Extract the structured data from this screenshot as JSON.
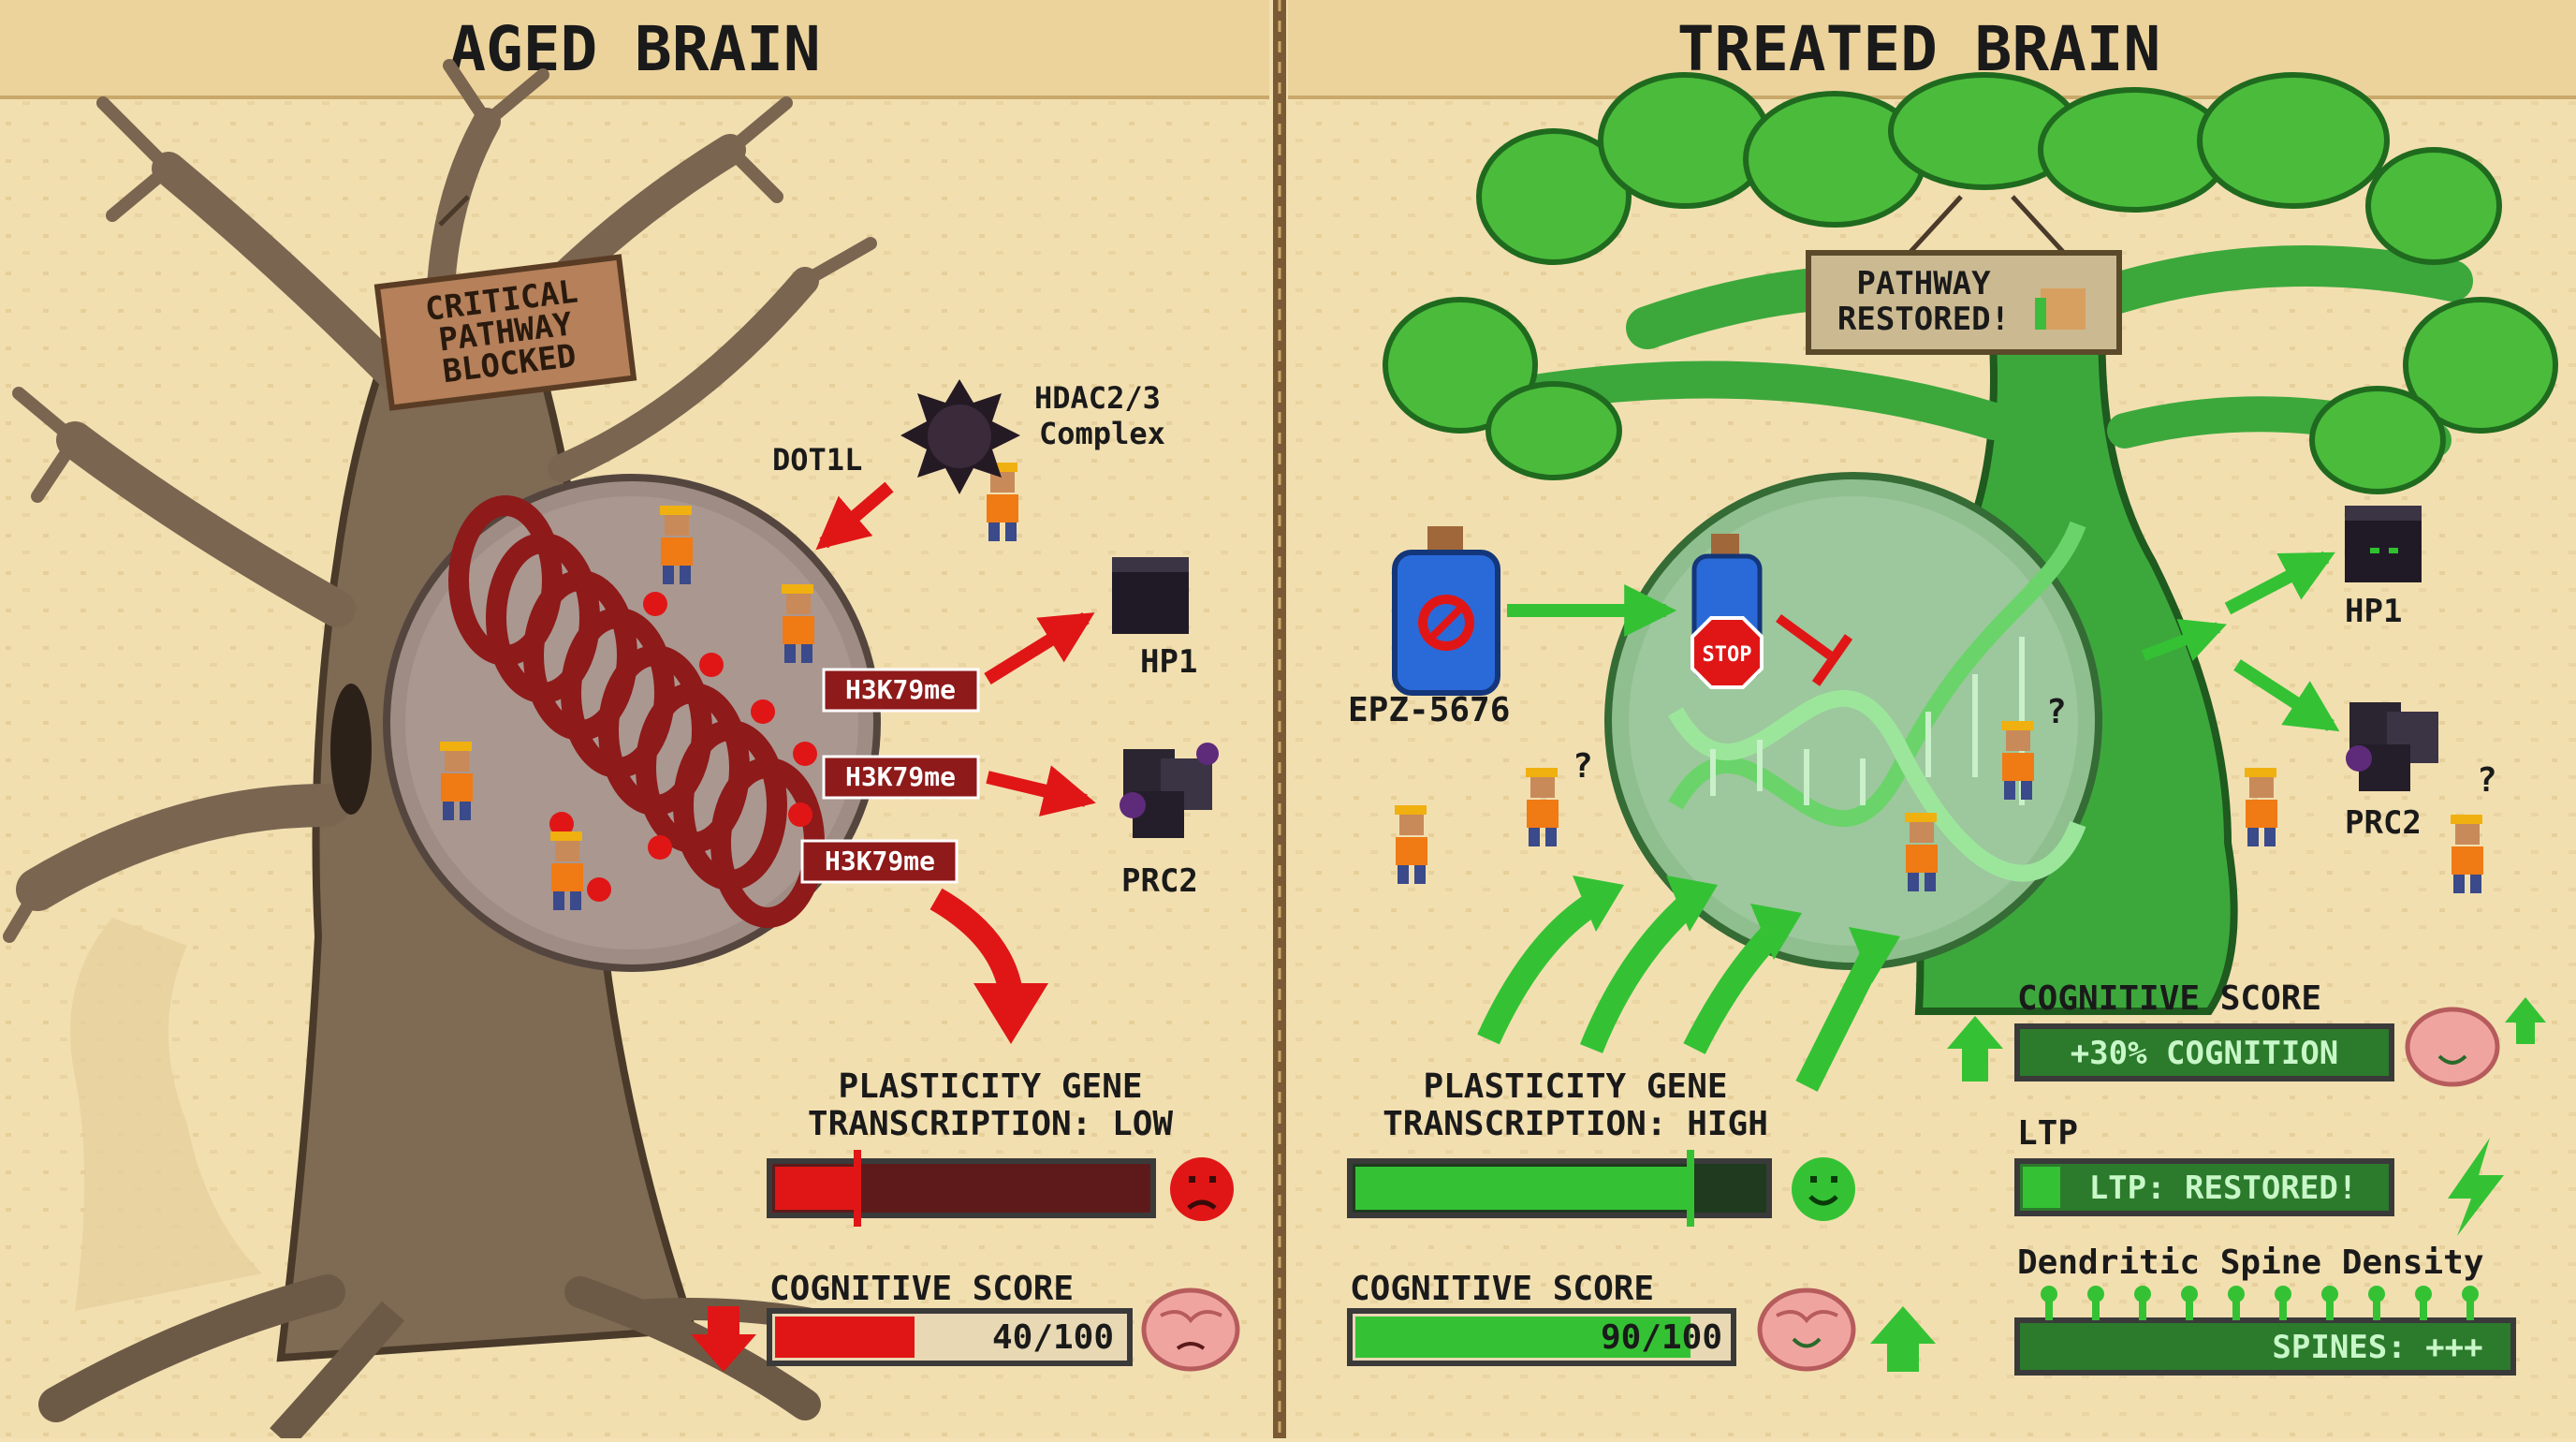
{
  "left_panel": {
    "title": "AGED BRAIN",
    "sign_lines": [
      "CRITICAL",
      "PATHWAY",
      "BLOCKED"
    ],
    "labels": {
      "dot1l": "DOT1L",
      "hdac_line1": "HDAC2/3",
      "hdac_line2": "Complex",
      "hp1": "HP1",
      "prc2": "PRC2"
    },
    "tags": [
      "H3K79me",
      "H3K79me",
      "H3K79me"
    ],
    "transcription_line1": "PLASTICITY GENE",
    "transcription_line2": "TRANSCRIPTION: LOW",
    "transcription_level": 0.22,
    "cognitive_label": "COGNITIVE SCORE",
    "cognitive_value": "40/100",
    "cognitive_level": 0.4
  },
  "right_panel": {
    "title": "TREATED BRAIN",
    "sign_lines": [
      "PATHWAY",
      "RESTORED!"
    ],
    "labels": {
      "drug": "EPZ-5676",
      "stop": "STOP",
      "hp1": "HP1",
      "prc2": "PRC2",
      "question": "?"
    },
    "transcription_line1": "PLASTICITY GENE",
    "transcription_line2": "TRANSCRIPTION: HIGH",
    "transcription_level": 0.82,
    "cognitive_label": "COGNITIVE SCORE",
    "cognitive_value": "90/100",
    "cognitive_level": 0.9,
    "stats": {
      "cognitive_label": "COGNITIVE SCORE",
      "cognitive_badge": "+30% COGNITION",
      "ltp_label": "LTP",
      "ltp_badge": "LTP: RESTORED!",
      "spine_label": "Dendritic Spine Density",
      "spine_badge": "SPINES: +++"
    }
  },
  "colors": {
    "background": "#f4e2b4",
    "title_band": "#ecd39c",
    "red_accent": "#e01616",
    "green_accent": "#2fc02f",
    "dark_red": "#8e1a1a",
    "dark_green": "#1f5a1f"
  },
  "icons": [
    "dead-tree",
    "living-tree",
    "chromatin-coil",
    "dna-helix",
    "drug-bottle",
    "stop-sign",
    "brain-sad",
    "brain-happy",
    "lightning-bolt",
    "worker"
  ]
}
